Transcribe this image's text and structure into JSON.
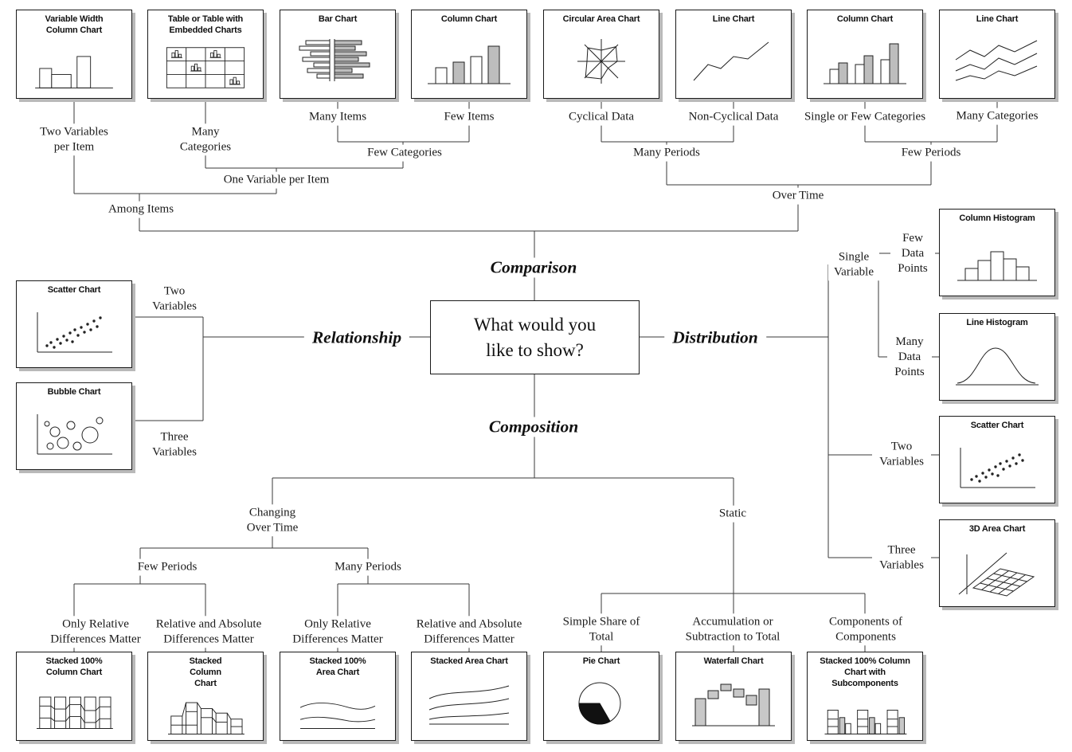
{
  "center": {
    "question": "What would you like to show?"
  },
  "branches": {
    "comparison": "Comparison",
    "relationship": "Relationship",
    "distribution": "Distribution",
    "composition": "Composition"
  },
  "comparison_section": {
    "boxes": {
      "variable_width_column": {
        "title": "Variable Width Column Chart",
        "icon": "variable-width-column-chart-icon"
      },
      "table_embedded": {
        "title": "Table or Table with Embedded Charts",
        "icon": "table-with-embedded-charts-icon"
      },
      "bar": {
        "title": "Bar Chart",
        "icon": "bar-chart-icon"
      },
      "column_few_items": {
        "title": "Column Chart",
        "icon": "column-chart-icon"
      },
      "circular_area": {
        "title": "Circular Area Chart",
        "icon": "circular-area-chart-icon"
      },
      "line_non_cyclical": {
        "title": "Line Chart",
        "icon": "line-chart-icon"
      },
      "column_over_time": {
        "title": "Column Chart",
        "icon": "grouped-column-chart-icon"
      },
      "line_many_categories": {
        "title": "Line Chart",
        "icon": "multi-line-chart-icon"
      }
    },
    "labels": {
      "two_variables_per_item": "Two Variables per Item",
      "many_categories": "Many Categories",
      "many_items": "Many Items",
      "few_items": "Few Items",
      "cyclical_data": "Cyclical Data",
      "non_cyclical_data": "Non-Cyclical Data",
      "single_or_few_categories": "Single or Few Categories",
      "many_categories_2": "Many Categories",
      "few_categories": "Few Categories",
      "one_variable_per_item": "One Variable per Item",
      "among_items": "Among Items",
      "many_periods": "Many Periods",
      "few_periods": "Few Periods",
      "over_time": "Over Time"
    }
  },
  "relationship_section": {
    "boxes": {
      "scatter": {
        "title": "Scatter Chart",
        "icon": "scatter-chart-icon"
      },
      "bubble": {
        "title": "Bubble Chart",
        "icon": "bubble-chart-icon"
      }
    },
    "labels": {
      "two_variables": "Two Variables",
      "three_variables": "Three Variables"
    }
  },
  "distribution_section": {
    "boxes": {
      "column_histogram": {
        "title": "Column Histogram",
        "icon": "column-histogram-icon"
      },
      "line_histogram": {
        "title": "Line Histogram",
        "icon": "line-histogram-icon"
      },
      "scatter": {
        "title": "Scatter Chart",
        "icon": "scatter-chart-icon"
      },
      "area_3d": {
        "title": "3D Area Chart",
        "icon": "area-3d-chart-icon"
      }
    },
    "labels": {
      "single_variable": "Single Variable",
      "few_data_points": "Few Data Points",
      "many_data_points": "Many Data Points",
      "two_variables": "Two Variables",
      "three_variables": "Three Variables"
    }
  },
  "composition_section": {
    "boxes": {
      "stacked_100_column": {
        "title": "Stacked 100% Column Chart",
        "icon": "stacked-100-column-chart-icon"
      },
      "stacked_column": {
        "title": "Stacked Column Chart",
        "icon": "stacked-column-chart-icon"
      },
      "stacked_100_area": {
        "title": "Stacked 100% Area Chart",
        "icon": "stacked-100-area-chart-icon"
      },
      "stacked_area": {
        "title": "Stacked Area Chart",
        "icon": "stacked-area-chart-icon"
      },
      "pie": {
        "title": "Pie Chart",
        "icon": "pie-chart-icon"
      },
      "waterfall": {
        "title": "Waterfall Chart",
        "icon": "waterfall-chart-icon"
      },
      "stacked_100_subcomponents": {
        "title": "Stacked 100% Column Chart with Subcomponents",
        "icon": "stacked-100-column-subcomponents-icon"
      }
    },
    "labels": {
      "changing_over_time": "Changing Over Time",
      "static": "Static",
      "few_periods": "Few Periods",
      "many_periods": "Many Periods",
      "only_relative_differences_matter_1": "Only Relative Differences Matter",
      "relative_and_absolute_differences_matter_1": "Relative and Absolute Differences Matter",
      "only_relative_differences_matter_2": "Only Relative Differences Matter",
      "relative_and_absolute_differences_matter_2": "Relative and Absolute Differences Matter",
      "simple_share_of_total": "Simple Share of Total",
      "accumulation_or_subtraction": "Accumulation or Subtraction to Total",
      "components_of_components": "Components of Components"
    }
  },
  "colors": {
    "line": "#3a3a3a",
    "box_border": "#1a1a1a",
    "shadow": "#b9b9b9",
    "icon_gray": "#bdbdbd",
    "background": "#ffffff",
    "text": "#1a1a1a"
  }
}
